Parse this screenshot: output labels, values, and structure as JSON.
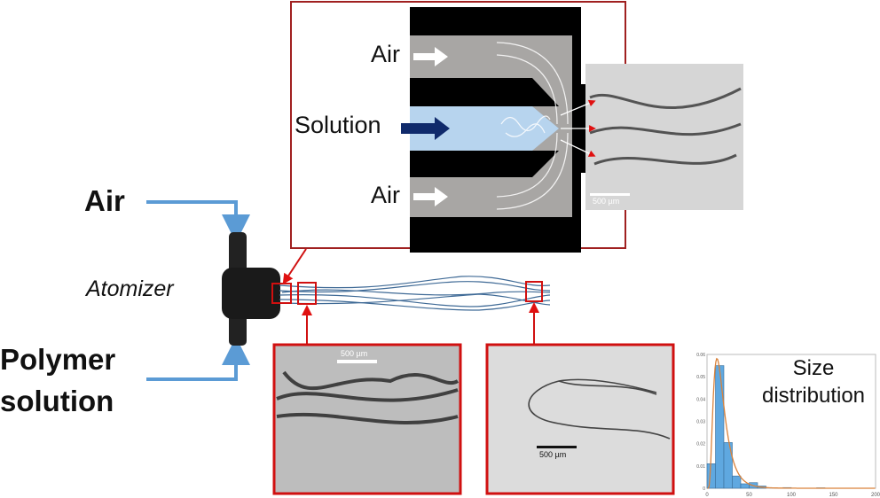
{
  "left_labels": {
    "air": "Air",
    "polymer_line1": "Polymer",
    "polymer_line2": "solution",
    "atomizer": "Atomizer"
  },
  "nozzle_inset": {
    "air_top": "Air",
    "solution": "Solution",
    "air_bottom": "Air",
    "scale_bar": "500 µm"
  },
  "photos": {
    "left_scale_bar": "500 µm",
    "right_scale_bar": "500 µm"
  },
  "colors": {
    "inset_border": "#a02020",
    "flow_line": "#5b9bd5",
    "solution": "#b7d4ee",
    "channel": "#a8a6a4",
    "arrow_dark": "#102a6b"
  },
  "chart_data": {
    "type": "bar",
    "title": "Size distribution",
    "bin_width": 10,
    "x": [
      0,
      10,
      20,
      30,
      40,
      50,
      60,
      70,
      80,
      90,
      100,
      110,
      120,
      130,
      140,
      150,
      160,
      170,
      180,
      190
    ],
    "values": [
      0.011,
      0.055,
      0.0205,
      0.0055,
      0.002,
      0.0025,
      0.001,
      0,
      0,
      0.0003,
      0,
      0,
      0,
      0.0002,
      0,
      0,
      0,
      0,
      0,
      0
    ],
    "xlim": [
      0,
      200
    ],
    "ylim": [
      0,
      0.06
    ],
    "xticks": [
      "0",
      "50",
      "100",
      "150",
      "200"
    ],
    "yticks": [
      "0",
      "0.01",
      "0.02",
      "0.03",
      "0.04",
      "0.05",
      "0.06"
    ],
    "fit": "lognormal",
    "bar_color": "#5fa8e0",
    "fit_color": "#d9823b"
  }
}
